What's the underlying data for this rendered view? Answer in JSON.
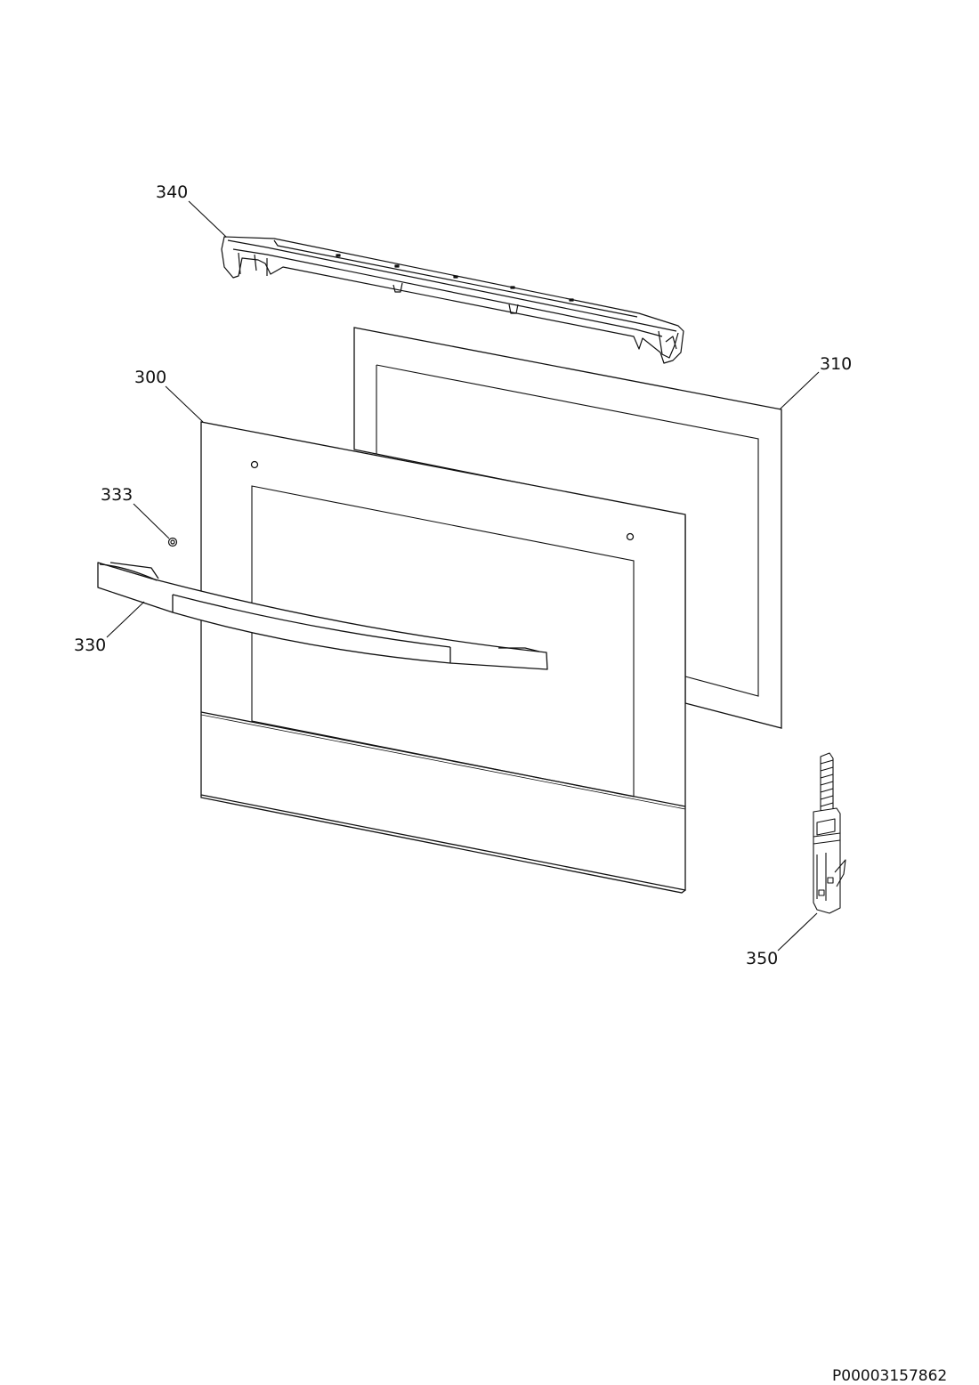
{
  "callouts": {
    "c340": "340",
    "c310": "310",
    "c300": "300",
    "c333": "333",
    "c330": "330",
    "c350": "350"
  },
  "document_number": "P00003157862",
  "colors": {
    "line": "#111111",
    "background": "#ffffff"
  }
}
